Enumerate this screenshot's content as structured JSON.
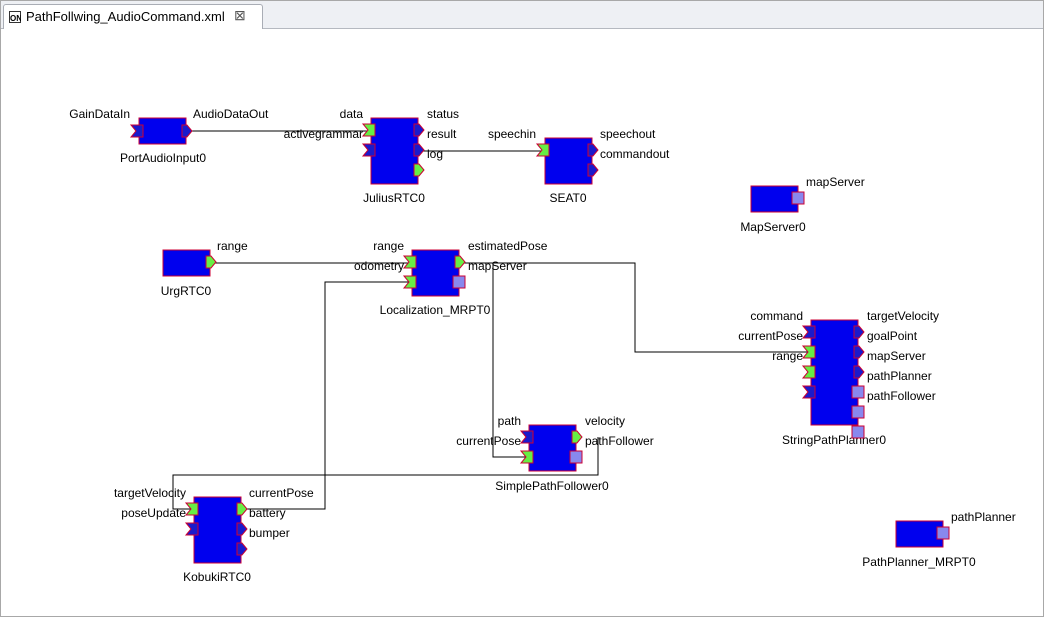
{
  "tab": {
    "title": "PathFollwing_AudioCommand.xml",
    "close": "⊠"
  },
  "components": [
    {
      "id": "PortAudioInput0",
      "name": "PortAudioInput0",
      "ports": [
        {
          "label": "GainDataIn",
          "side": "left",
          "kind": "in"
        },
        {
          "label": "AudioDataOut",
          "side": "right",
          "kind": "out"
        }
      ]
    },
    {
      "id": "JuliusRTC0",
      "name": "JuliusRTC0",
      "ports": [
        {
          "label": "data",
          "side": "left",
          "kind": "in-active"
        },
        {
          "label": "activegrammar",
          "side": "left",
          "kind": "in"
        },
        {
          "label": "status",
          "side": "right",
          "kind": "out"
        },
        {
          "label": "result",
          "side": "right",
          "kind": "out"
        },
        {
          "label": "log",
          "side": "right",
          "kind": "out-active"
        }
      ]
    },
    {
      "id": "SEAT0",
      "name": "SEAT0",
      "ports": [
        {
          "label": "speechin",
          "side": "left",
          "kind": "in-active"
        },
        {
          "label": "speechout",
          "side": "right",
          "kind": "out"
        },
        {
          "label": "commandout",
          "side": "right",
          "kind": "out"
        }
      ]
    },
    {
      "id": "MapServer0",
      "name": "MapServer0",
      "ports": [
        {
          "label": "mapServer",
          "side": "right",
          "kind": "service"
        }
      ]
    },
    {
      "id": "UrgRTC0",
      "name": "UrgRTC0",
      "ports": [
        {
          "label": "range",
          "side": "right",
          "kind": "out-active"
        }
      ]
    },
    {
      "id": "Localization_MRPT0",
      "name": "Localization_MRPT0",
      "ports": [
        {
          "label": "range",
          "side": "left",
          "kind": "in-active"
        },
        {
          "label": "odometry",
          "side": "left",
          "kind": "in-active"
        },
        {
          "label": "estimatedPose",
          "side": "right",
          "kind": "out-active"
        },
        {
          "label": "mapServer",
          "side": "right",
          "kind": "service"
        }
      ]
    },
    {
      "id": "StringPathPlanner0",
      "name": "StringPathPlanner0",
      "ports": [
        {
          "label": "command",
          "side": "left",
          "kind": "in"
        },
        {
          "label": "currentPose",
          "side": "left",
          "kind": "in-active"
        },
        {
          "label": "range",
          "side": "left",
          "kind": "in-active"
        },
        {
          "label": "",
          "side": "left",
          "kind": "in"
        },
        {
          "label": "targetVelocity",
          "side": "right",
          "kind": "out"
        },
        {
          "label": "goalPoint",
          "side": "right",
          "kind": "out"
        },
        {
          "label": "mapServer",
          "side": "right",
          "kind": "out"
        },
        {
          "label": "pathPlanner",
          "side": "right",
          "kind": "service"
        },
        {
          "label": "pathFollower",
          "side": "right",
          "kind": "service"
        },
        {
          "label": "",
          "side": "right",
          "kind": "service"
        }
      ]
    },
    {
      "id": "SimplePathFollower0",
      "name": "SimplePathFollower0",
      "ports": [
        {
          "label": "path",
          "side": "left",
          "kind": "in"
        },
        {
          "label": "currentPose",
          "side": "left",
          "kind": "in-active"
        },
        {
          "label": "velocity",
          "side": "right",
          "kind": "out-active"
        },
        {
          "label": "pathFollower",
          "side": "right",
          "kind": "service"
        }
      ]
    },
    {
      "id": "KobukiRTC0",
      "name": "KobukiRTC0",
      "ports": [
        {
          "label": "targetVelocity",
          "side": "left",
          "kind": "in-active"
        },
        {
          "label": "poseUpdate",
          "side": "left",
          "kind": "in"
        },
        {
          "label": "currentPose",
          "side": "right",
          "kind": "out-active"
        },
        {
          "label": "battery",
          "side": "right",
          "kind": "out"
        },
        {
          "label": "bumper",
          "side": "right",
          "kind": "out"
        }
      ]
    },
    {
      "id": "PathPlanner_MRPT0",
      "name": "PathPlanner_MRPT0",
      "ports": [
        {
          "label": "pathPlanner",
          "side": "right",
          "kind": "service"
        }
      ]
    }
  ],
  "colors": {
    "block": "#0000ee",
    "border": "#cc0033",
    "active": "#66ee44",
    "inactive": "#1a1acc",
    "service": "#8888ee",
    "wire": "#000000"
  }
}
